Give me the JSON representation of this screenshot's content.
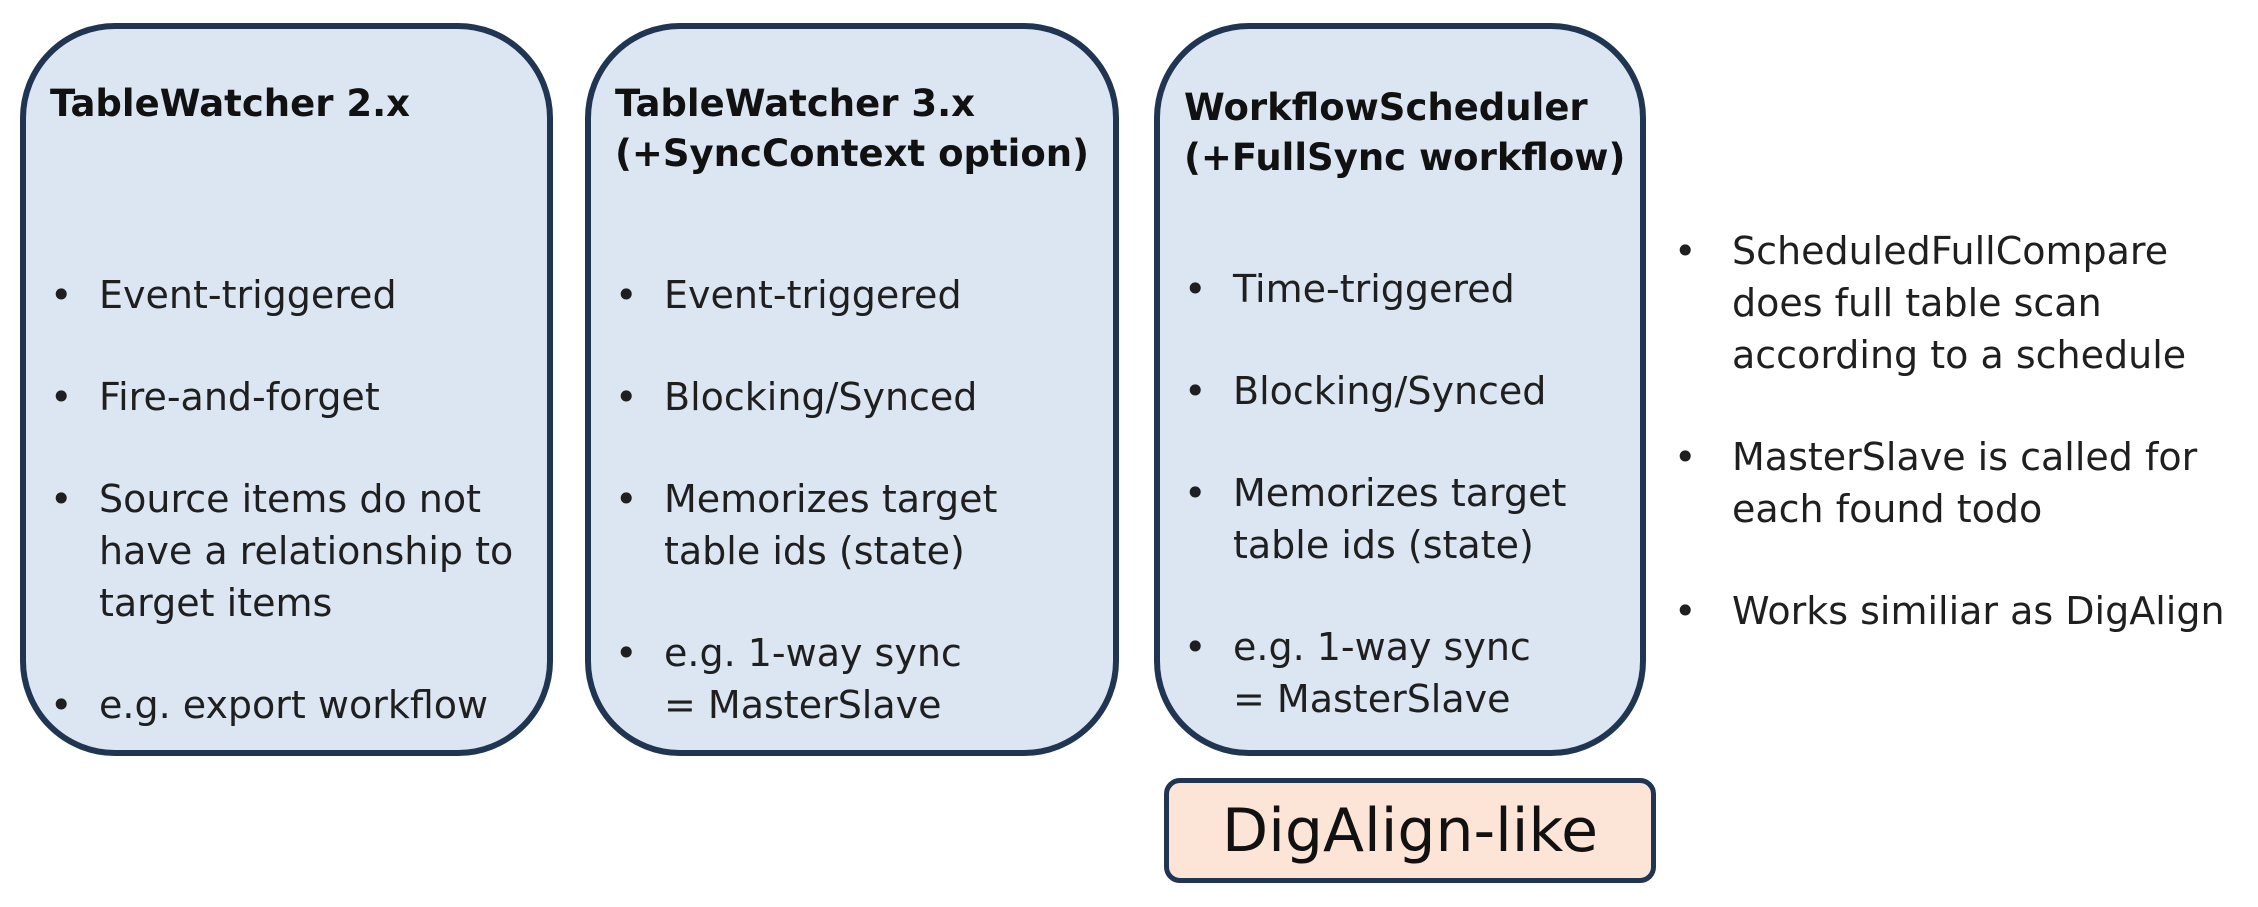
{
  "cards": [
    {
      "title": "TableWatcher 2.x",
      "bullets": [
        "Event-triggered",
        "Fire-and-forget",
        "Source items do not\nhave a relationship to\ntarget items",
        "e.g. export workflow"
      ]
    },
    {
      "title": "TableWatcher 3.x\n(+SyncContext option)",
      "bullets": [
        "Event-triggered",
        "Blocking/Synced",
        "Memorizes target\ntable ids (state)",
        "e.g. 1-way sync\n= MasterSlave"
      ]
    },
    {
      "title": "WorkflowScheduler\n(+FullSync workflow)",
      "bullets": [
        "Time-triggered",
        "Blocking/Synced",
        "Memorizes target\ntable ids (state)",
        "e.g. 1-way sync\n= MasterSlave"
      ]
    }
  ],
  "notes": [
    "ScheduledFullCompare\ndoes full table scan\naccording to a schedule",
    "MasterSlave is called for\neach found todo",
    "Works similiar as DigAlign"
  ],
  "badge": {
    "label": "DigAlign-like"
  }
}
